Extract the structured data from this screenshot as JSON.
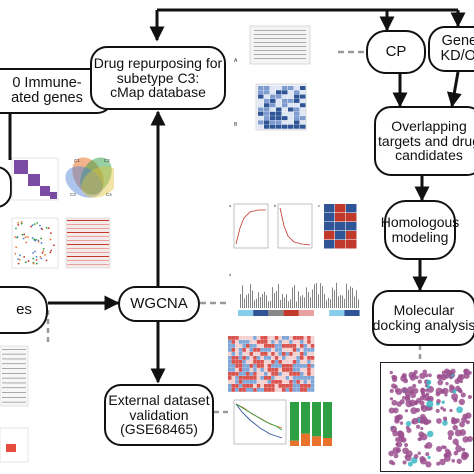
{
  "nodes": {
    "immune_genes": [
      "0 Immune-",
      "ated genes"
    ],
    "drug_repurposing": [
      "Drug repurposing for",
      "subetype C3:",
      "cMap database"
    ],
    "cp": [
      "CP"
    ],
    "genes_kd_oe": [
      "Genes",
      "KD/OE"
    ],
    "overlapping": [
      "Overlapping",
      "targets and drug",
      "candidates"
    ],
    "homologous": [
      "Homologous",
      "modeling"
    ],
    "wgcna": [
      "WGCNA"
    ],
    "left_partial": [
      "es"
    ],
    "molecular_docking": [
      "Molecular",
      "docking analysis"
    ],
    "external_validation": [
      "External dataset",
      "validation",
      "(GSE68465)"
    ]
  },
  "panel_labels": {
    "venn": [
      "C1",
      "C2",
      "C3",
      "C4"
    ],
    "cmap_letters": [
      "A",
      "B"
    ],
    "wgcna_letters": [
      "a",
      "b",
      "c",
      "d"
    ]
  },
  "colors": {
    "line": "#111111",
    "dashed": "#999999",
    "heat_blue": "#2f5597",
    "heat_red": "#c0392b",
    "molecule": "#9b4f8e",
    "bar_green": "#2ea043",
    "bar_orange": "#e8722c"
  }
}
